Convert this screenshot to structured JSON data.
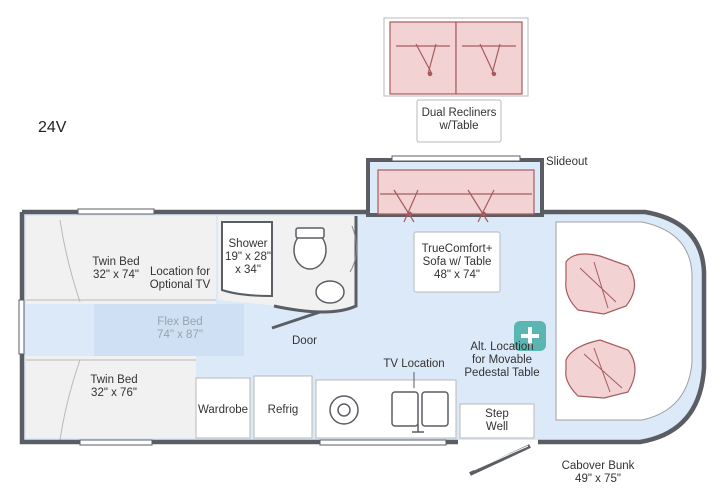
{
  "model": "24V",
  "labels": {
    "dual_recliners": [
      "Dual Recliners",
      "w/Table"
    ],
    "slideout": "Slideout",
    "twin_bed_top": [
      "Twin Bed",
      "32\" x 74\""
    ],
    "optional_tv": [
      "Location for",
      "Optional TV"
    ],
    "shower": [
      "Shower",
      "19\" x 28\"",
      "x 34\""
    ],
    "flex_bed": [
      "Flex Bed",
      "74\" x 87\""
    ],
    "truecomfort_sofa": [
      "TrueComfort+",
      "Sofa w/ Table",
      "48\" x 74\""
    ],
    "alt_location": [
      "Alt. Location",
      "for Movable",
      "Pedestal Table"
    ],
    "door": "Door",
    "tv_location": "TV Location",
    "twin_bed_bottom": [
      "Twin Bed",
      "32\" x 76\""
    ],
    "wardrobe": "Wardrobe",
    "refrig": "Refrig",
    "step_well": [
      "Step",
      "Well"
    ],
    "cabover_bunk": [
      "Cabover Bunk",
      "49\" x 75\""
    ]
  },
  "colors": {
    "wall": "#5a5d63",
    "floor": "#dce9f8",
    "bed": "#f1f1f1",
    "upholstery": "#f2d2d2",
    "upholstery_line": "#a75b5e",
    "table_icon": "#5bb5b1"
  }
}
